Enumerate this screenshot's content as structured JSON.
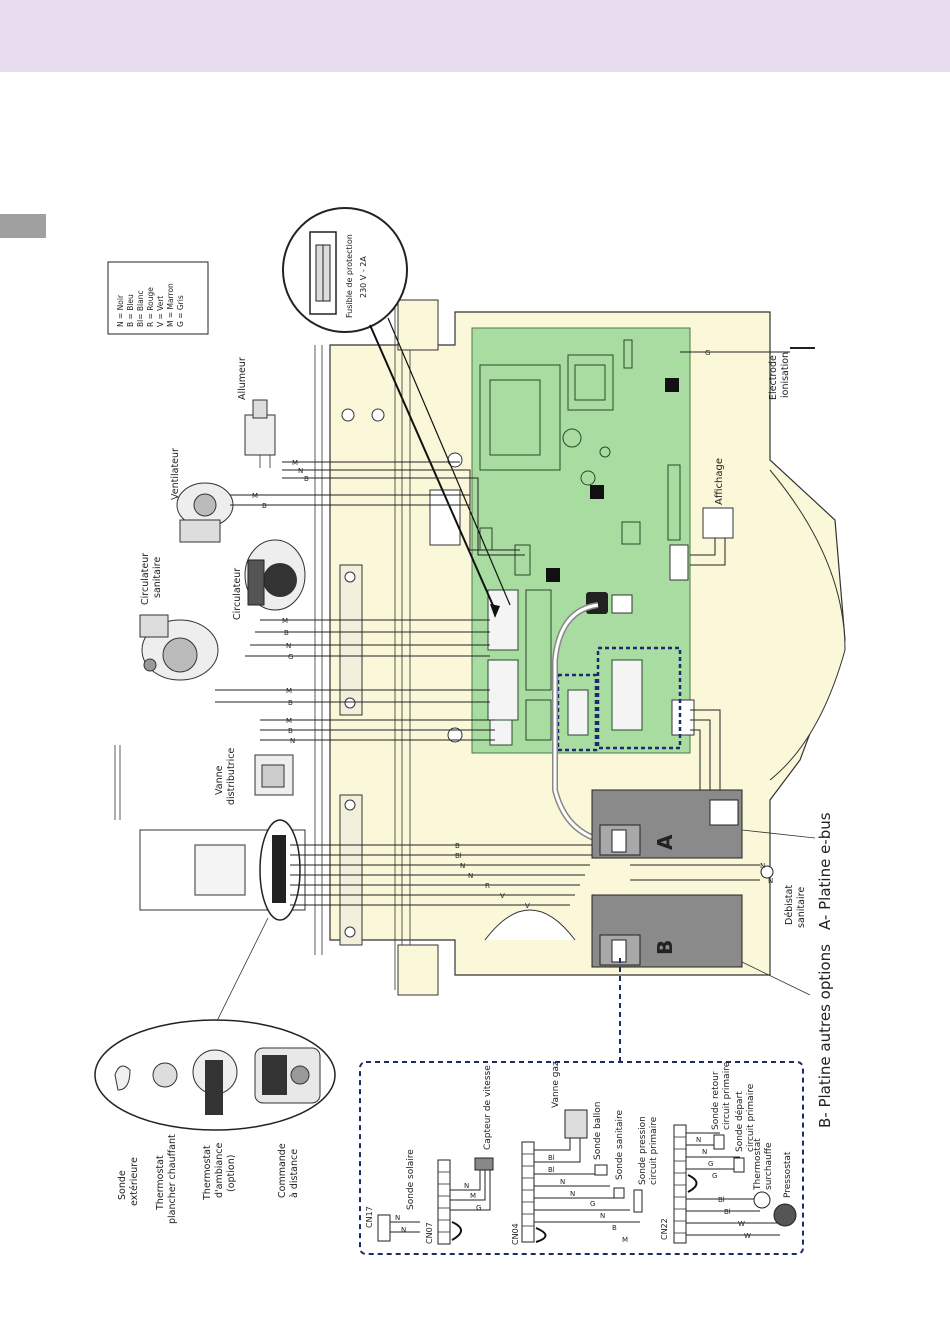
{
  "colors": {
    "header_band": "#e8dcef",
    "side_tab": "#a0a0a0",
    "panel_fill": "#fbf8d9",
    "pcb_green": "#a8dca0",
    "option_box_border": "#1e2a6e",
    "board_gray": "#8a8a8a"
  },
  "legend": {
    "items": [
      "N = Noir",
      "B = Bleu",
      "Bl= Blanc",
      "R = Rouge",
      "V = Vert",
      "M = Marron",
      "G = Gris"
    ]
  },
  "fuse": {
    "line1": "Fusible de protection",
    "line2": "230 V - 2A"
  },
  "components": {
    "allumeur": "Allumeur",
    "ventilateur": "Ventilateur",
    "circulateur_sanitaire_1": "Circulateur",
    "circulateur_sanitaire_2": "sanitaire",
    "circulateur": "Circulateur",
    "vanne_1": "Vanne",
    "vanne_2": "distributrice",
    "electrode_1": "Electrode",
    "electrode_2": "ionisation",
    "affichage": "Affichage",
    "debistat_1": "Débistat",
    "debistat_2": "sanitaire"
  },
  "boards": {
    "a_title": "A- Platine e-bus",
    "b_title": "B- Platine autres options",
    "a_letter": "A",
    "b_letter": "B"
  },
  "accessories": {
    "sonde_ext_1": "Sonde",
    "sonde_ext_2": "extérieure",
    "thermo_plancher_1": "Thermostat",
    "thermo_plancher_2": "plancher chauffant",
    "thermo_amb_1": "Thermostat",
    "thermo_amb_2": "d'ambiance",
    "thermo_amb_3": "(option)",
    "commande_1": "Commande",
    "commande_2": "à distance"
  },
  "options": {
    "cn17": "CN17",
    "cn07": "CN07",
    "cn04": "CN04",
    "cn22": "CN22",
    "sonde_solaire": "Sonde solaire",
    "capteur_vitesse": "Capteur de vitesse",
    "vanne_gaz": "Vanne gaz",
    "sonde_ballon": "Sonde ballon",
    "sonde_sanitaire": "Sonde sanitaire",
    "sonde_pression_1": "Sonde pression",
    "sonde_pression_2": "circuit primaire",
    "sonde_retour_1": "Sonde retour",
    "sonde_retour_2": "circuit primaire",
    "sonde_depart_1": "Sonde départ",
    "sonde_depart_2": "circuit primaire",
    "thermo_surchauffe_1": "Thermostat",
    "thermo_surchauffe_2": "surchauffe",
    "pressostat": "Pressostat"
  },
  "wire_codes": {
    "g": "G",
    "m": "M",
    "n": "N",
    "b": "B",
    "bl": "Bl",
    "r": "R",
    "v": "V",
    "w": "W"
  }
}
